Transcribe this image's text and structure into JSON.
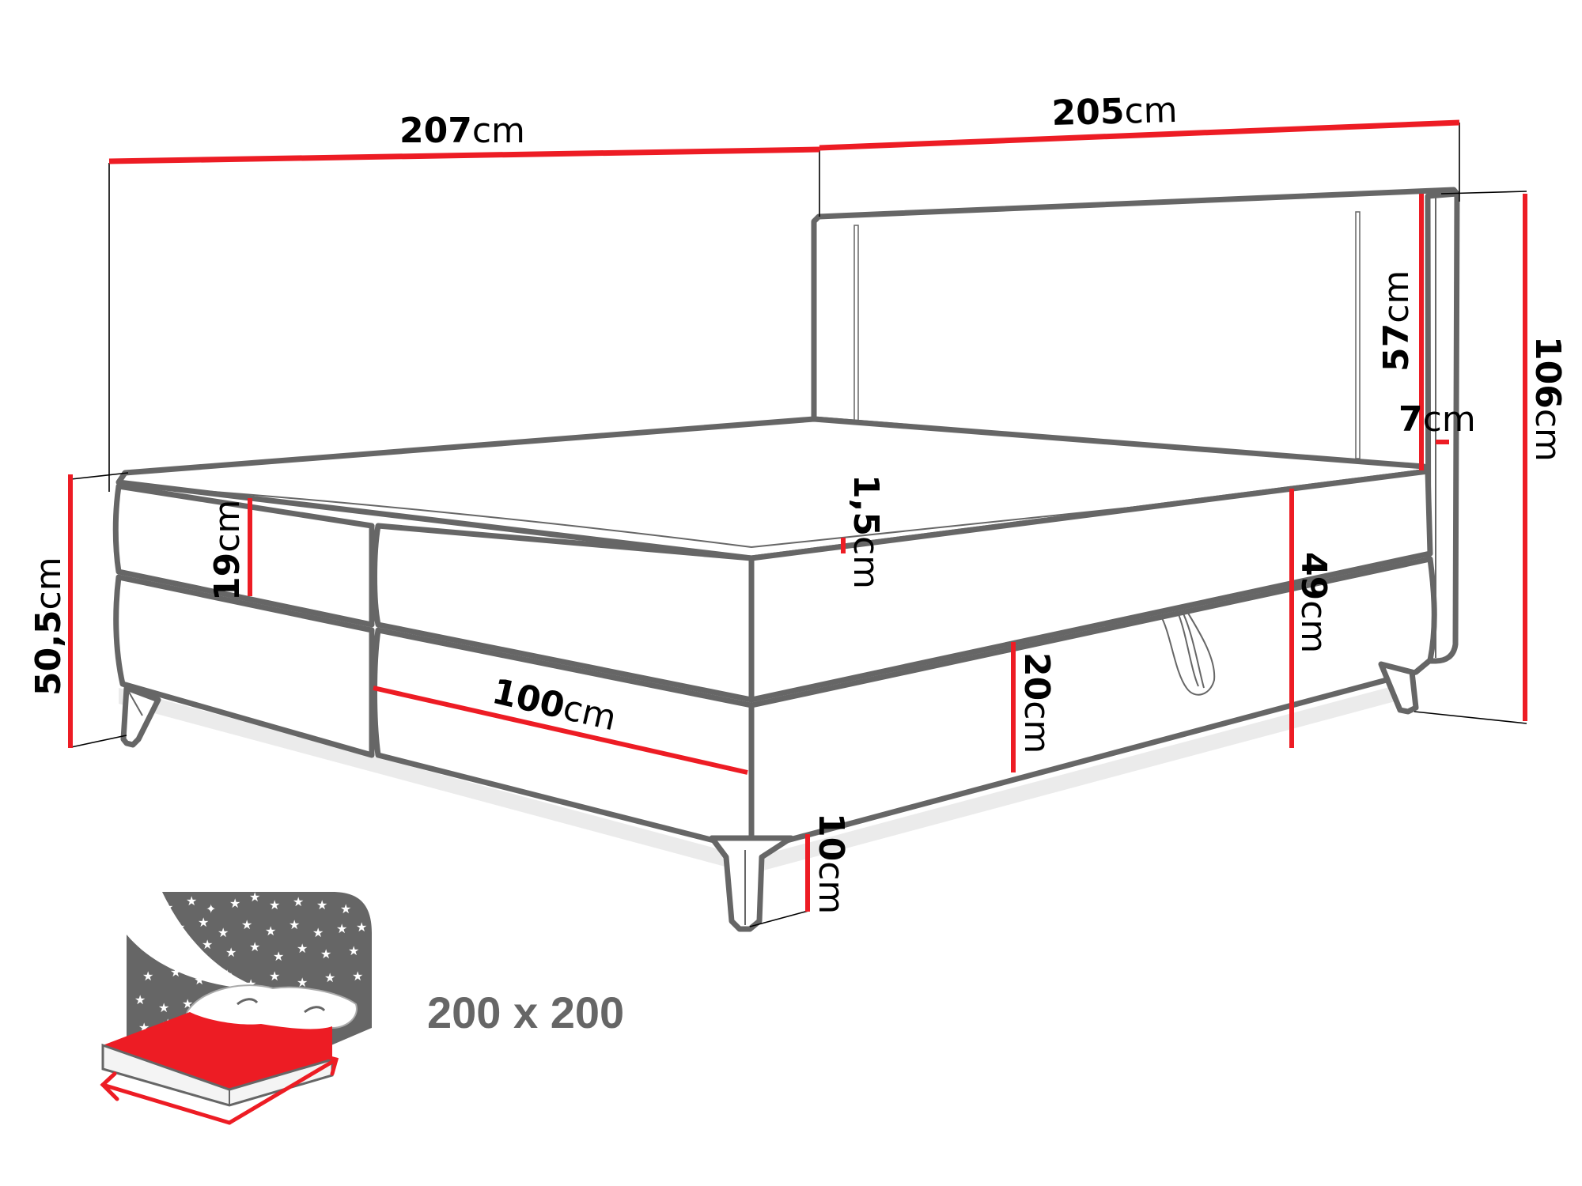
{
  "title": "Boxspring bed dimension drawing",
  "colors": {
    "outline": "#666666",
    "dimension_line": "#ed1c24",
    "text": "#000000",
    "icon_gray": "#666666",
    "mattress_red": "#ed1c24"
  },
  "dimensions": {
    "total_length": {
      "value": "207",
      "unit": "cm"
    },
    "total_width": {
      "value": "205",
      "unit": "cm"
    },
    "total_height": {
      "value": "106",
      "unit": "cm"
    },
    "headboard_visible_height": {
      "value": "57",
      "unit": "cm"
    },
    "headboard_thickness": {
      "value": "7",
      "unit": "cm"
    },
    "sleeping_height": {
      "value": "50,5",
      "unit": "cm"
    },
    "mattress_height": {
      "value": "19",
      "unit": "cm"
    },
    "topper_height": {
      "value": "1,5",
      "unit": "cm"
    },
    "base_height_to_top": {
      "value": "49",
      "unit": "cm"
    },
    "box_height": {
      "value": "20",
      "unit": "cm"
    },
    "single_box_width": {
      "value": "100",
      "unit": "cm"
    },
    "leg_height": {
      "value": "10",
      "unit": "cm"
    }
  },
  "mattress_size": {
    "label": "200 x 200",
    "icon": "bed-night-stars-icon"
  }
}
